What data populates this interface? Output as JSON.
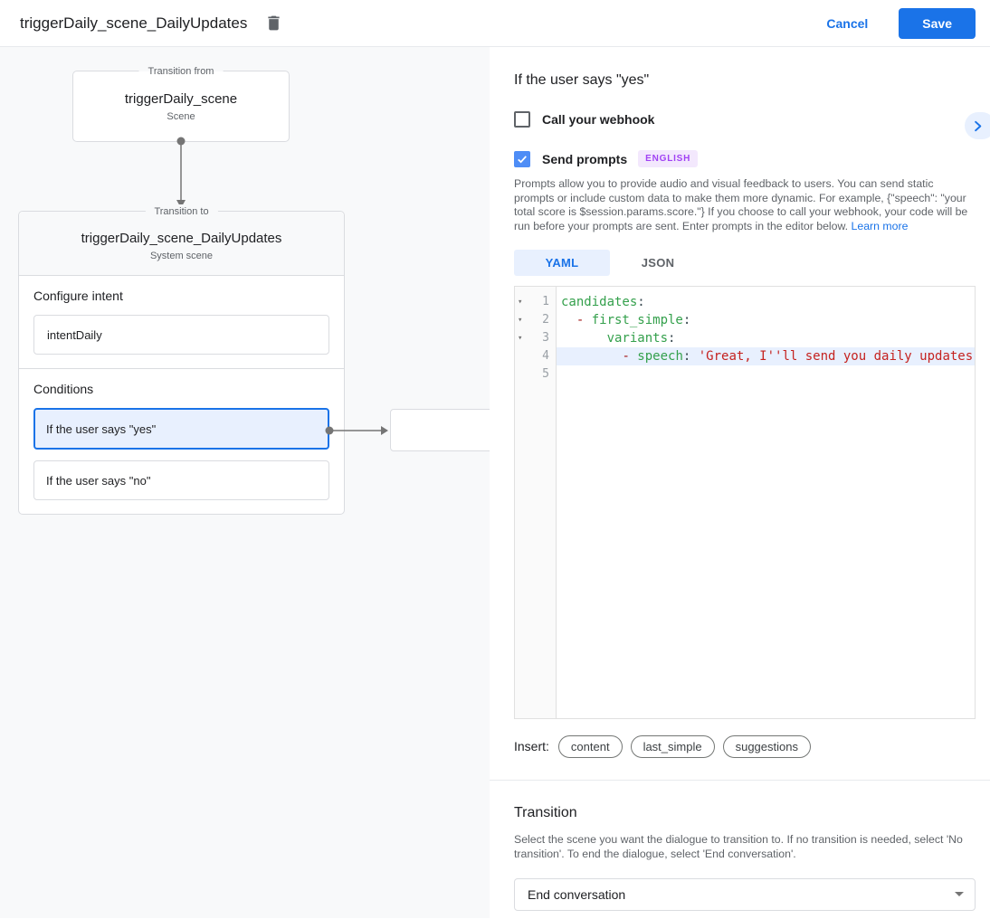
{
  "header": {
    "title": "triggerDaily_scene_DailyUpdates",
    "cancel_label": "Cancel",
    "save_label": "Save"
  },
  "canvas": {
    "from_box": {
      "legend": "Transition from",
      "title": "triggerDaily_scene",
      "subtitle": "Scene"
    },
    "to_box": {
      "legend": "Transition to",
      "title": "triggerDaily_scene_DailyUpdates",
      "subtitle": "System scene",
      "configure_intent_label": "Configure intent",
      "intent_value": "intentDaily",
      "conditions_label": "Conditions",
      "conditions": [
        {
          "label": "If the user says \"yes\"",
          "selected": true
        },
        {
          "label": "If the user says \"no\"",
          "selected": false
        }
      ]
    }
  },
  "panel": {
    "title": "If the user says \"yes\"",
    "webhook_checkbox": {
      "label": "Call your webhook",
      "checked": false
    },
    "prompts_checkbox": {
      "label": "Send prompts",
      "checked": true,
      "badge": "ENGLISH"
    },
    "description": {
      "text": "Prompts allow you to provide audio and visual feedback to users. You can send static prompts or include custom data to make them more dynamic. For example, {\"speech\": \"your total score is $session.params.score.\"} If you choose to call your webhook, your code will be run before your prompts are sent. Enter prompts in the editor below.",
      "link_label": "Learn more"
    },
    "tabs": [
      {
        "label": "YAML",
        "active": true
      },
      {
        "label": "JSON",
        "active": false
      }
    ],
    "editor": {
      "lines": [
        {
          "num": 1,
          "fold": true,
          "highlight": false,
          "tokens": [
            {
              "t": "key",
              "v": "candidates"
            },
            {
              "t": "p",
              "v": ":"
            }
          ]
        },
        {
          "num": 2,
          "fold": true,
          "highlight": false,
          "tokens": [
            {
              "t": "p",
              "v": "  "
            },
            {
              "t": "dash",
              "v": "- "
            },
            {
              "t": "key",
              "v": "first_simple"
            },
            {
              "t": "p",
              "v": ":"
            }
          ]
        },
        {
          "num": 3,
          "fold": true,
          "highlight": false,
          "tokens": [
            {
              "t": "p",
              "v": "      "
            },
            {
              "t": "key",
              "v": "variants"
            },
            {
              "t": "p",
              "v": ":"
            }
          ]
        },
        {
          "num": 4,
          "fold": false,
          "highlight": true,
          "tokens": [
            {
              "t": "p",
              "v": "        "
            },
            {
              "t": "dash",
              "v": "- "
            },
            {
              "t": "key",
              "v": "speech"
            },
            {
              "t": "p",
              "v": ": "
            },
            {
              "t": "str",
              "v": "'Great, I''ll send you daily updates.'"
            }
          ]
        },
        {
          "num": 5,
          "fold": false,
          "highlight": false,
          "tokens": []
        }
      ]
    },
    "insert": {
      "label": "Insert:",
      "chips": [
        "content",
        "last_simple",
        "suggestions"
      ]
    },
    "transition": {
      "title": "Transition",
      "description": "Select the scene you want the dialogue to transition to. If no transition is needed, select 'No transition'. To end the dialogue, select 'End conversation'.",
      "value": "End conversation"
    }
  },
  "colors": {
    "accent": "#1a73e8",
    "selected_bg": "#e8f0fe",
    "checkbox_checked": "#4e8df6",
    "badge_bg": "#f3e8fd",
    "badge_text": "#a142f4",
    "code_key": "#34a04c",
    "code_string": "#c5221f",
    "code_dash": "#a31515"
  }
}
